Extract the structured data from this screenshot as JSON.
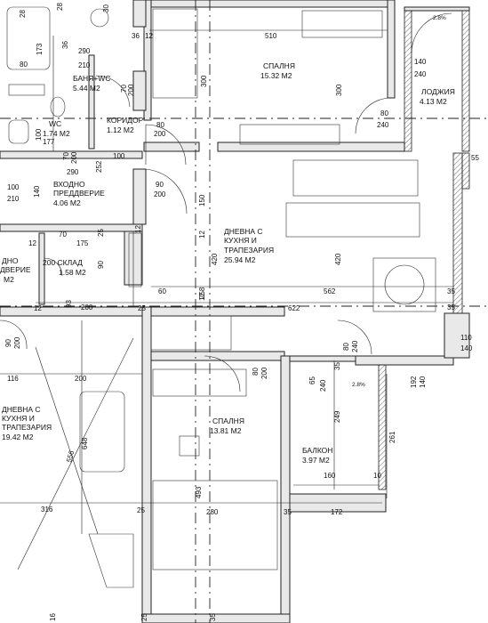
{
  "rooms": [
    {
      "id": "bedroom-top",
      "name": "СПАЛНЯ",
      "area": "15.32 M2"
    },
    {
      "id": "loggia",
      "name": "ЛОДЖИЯ",
      "area": "4.13 M2"
    },
    {
      "id": "bath-wc",
      "name": "БАНЯ+WC",
      "area": "5.44 M2"
    },
    {
      "id": "corridor",
      "name": "КОРИДОР",
      "area": "1.12 M2"
    },
    {
      "id": "wc",
      "name": "WC",
      "area": "1.74 M2"
    },
    {
      "id": "entry",
      "name": "ВХОДНО",
      "name2": "ПРЕДДВЕРИЕ",
      "area": "4.06 M2"
    },
    {
      "id": "living-main",
      "name": "ДНЕВНА С",
      "name2": "КУХНЯ И",
      "name3": "ТРАПЕЗАРИЯ",
      "area": "25.94 M2"
    },
    {
      "id": "entry-left",
      "name": "ДНО",
      "name2": "ДВЕРИЕ",
      "area": "M2"
    },
    {
      "id": "storage",
      "name": "200 СКЛАД",
      "area": "1.58 M2"
    },
    {
      "id": "living-left",
      "name": "ДНЕВНА С",
      "name2": "КУХНЯ И",
      "name3": "ТРАПЕЗАРИЯ",
      "area": "19.42 M2"
    },
    {
      "id": "bedroom-bottom",
      "name": "СПАЛНЯ",
      "area": "13.81 M2"
    },
    {
      "id": "balcony",
      "name": "БАЛКОН",
      "area": "3.97 M2"
    }
  ],
  "dims": {
    "d_28a": "28",
    "d_28b": "28",
    "d_30": "30",
    "d_363": "36",
    "d_12a": "12",
    "d_510": "510",
    "d_173": "173",
    "d_36": "36",
    "d_290a": "290",
    "d_80a": "80",
    "d_210a": "210",
    "d_70a": "70",
    "d_200a": "200",
    "d_300a": "300",
    "d_300b": "300",
    "d_140a": "140",
    "d_240a": "240",
    "d_80b": "80",
    "d_240b": "240",
    "d_100a": "100",
    "d_177": "177",
    "d_80c": "80",
    "d_200b": "200",
    "d_70b": "70",
    "d_200c": "200",
    "d_100b": "100",
    "d_290b": "290",
    "d_252": "252",
    "d_55": "55",
    "d_100c": "100",
    "d_210b": "210",
    "d_140b": "140",
    "d_90a": "90",
    "d_200d": "200",
    "d_150": "150",
    "d_12b": "12",
    "d_12c": "12",
    "d_70c": "70",
    "d_175": "175",
    "d_25a": "25",
    "d_90b": "90",
    "d_420a": "420",
    "d_420b": "420",
    "d_12d": "12",
    "d_12e": "12",
    "d_60": "60",
    "d_258": "258",
    "d_562": "562",
    "d_35a": "35",
    "d_12f": "12",
    "d_93": "93",
    "d_200e": "200",
    "d_25b": "25",
    "d_622": "622",
    "d_35b": "35",
    "d_90c": "90",
    "d_200f": "200",
    "d_80d": "80",
    "d_240c": "240",
    "d_110": "110",
    "d_140c": "140",
    "d_116": "116",
    "d_200g": "200",
    "d_80e": "80",
    "d_200h": "200",
    "d_35c": "35",
    "d_65": "65",
    "d_240d": "240",
    "d_192": "192",
    "d_140d": "140",
    "d_28c": "2.8%",
    "d_28d": "2.8%",
    "d_249": "249",
    "d_261": "261",
    "d_648": "648",
    "d_556": "556",
    "d_493": "493",
    "d_160": "160",
    "d_10": "10",
    "d_316": "316",
    "d_25c": "25",
    "d_280": "280",
    "d_35d": "35",
    "d_172": "172",
    "d_16": "16",
    "d_25d": "25",
    "d_35e": "35"
  }
}
